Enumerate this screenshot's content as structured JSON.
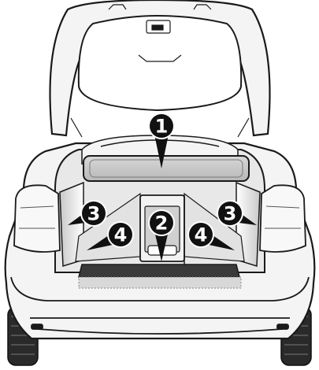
{
  "callouts": [
    {
      "id": "1",
      "label": "1",
      "target": "cargo-cover"
    },
    {
      "id": "2",
      "label": "2",
      "target": "floor-hatch"
    },
    {
      "id": "3",
      "label": "3",
      "target": "left-side-compartment"
    },
    {
      "id": "3b",
      "label": "3",
      "target": "right-side-compartment"
    },
    {
      "id": "4",
      "label": "4",
      "target": "left-floor-lashing-area"
    },
    {
      "id": "4b",
      "label": "4",
      "target": "right-floor-lashing-area"
    }
  ],
  "colors": {
    "line": "#1a1a1a",
    "fill_light": "#f4f4f4",
    "fill_gray": "#bdbdbd",
    "fill_dark": "#2a2a2a",
    "highlight": "#e0e0e0"
  }
}
